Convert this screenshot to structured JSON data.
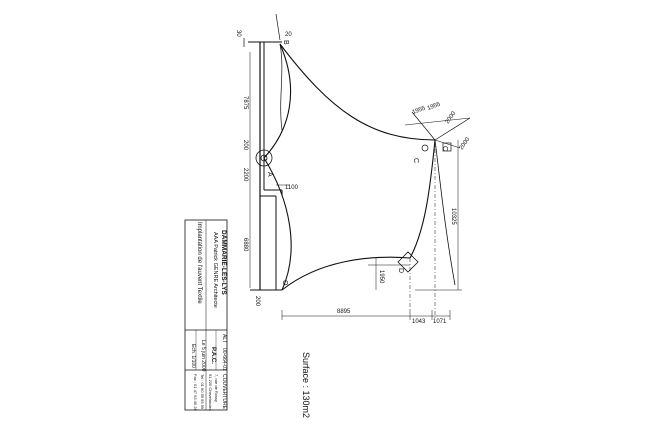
{
  "drawing": {
    "dimensions": {
      "d_30": "30",
      "d_20": "20",
      "d_7875": "7875",
      "d_200a": "200",
      "d_2200": "2200",
      "d_1100": "1100",
      "d_6880": "6880",
      "d_200b": "200",
      "d_1955a": "1955",
      "d_1955b": "1955",
      "d_2000a": "2000",
      "d_2000b": "2000",
      "d_10325": "10325",
      "d_1950": "1950",
      "d_8895": "8895",
      "d_1043": "1043",
      "d_1071": "1071"
    },
    "points": {
      "a": "A",
      "b": "B",
      "c_left": "C",
      "c_right": "C",
      "d": "D",
      "o": "O"
    },
    "surface": "Surface : 130m2"
  },
  "title_block": {
    "project": "DAMMARIE-LES-LYS",
    "architect": "AAA   Patrick GENRE   Architecte",
    "subject": "Implantation de l'auvent Textile",
    "ref_code": "ALT",
    "ref_number": "00-664-01",
    "designer": "P.A.C.",
    "date": "Le 5 juin 2000",
    "scale": "Ech. 1/100",
    "company": "COUVERTURE",
    "company_addr1": "7, rue de Rossy",
    "company_addr2": "91 220 Chevelandes",
    "company_tel": "Tel : 01 60 59 59 59",
    "company_fax": "Fax : 01 47 93 40 28"
  }
}
